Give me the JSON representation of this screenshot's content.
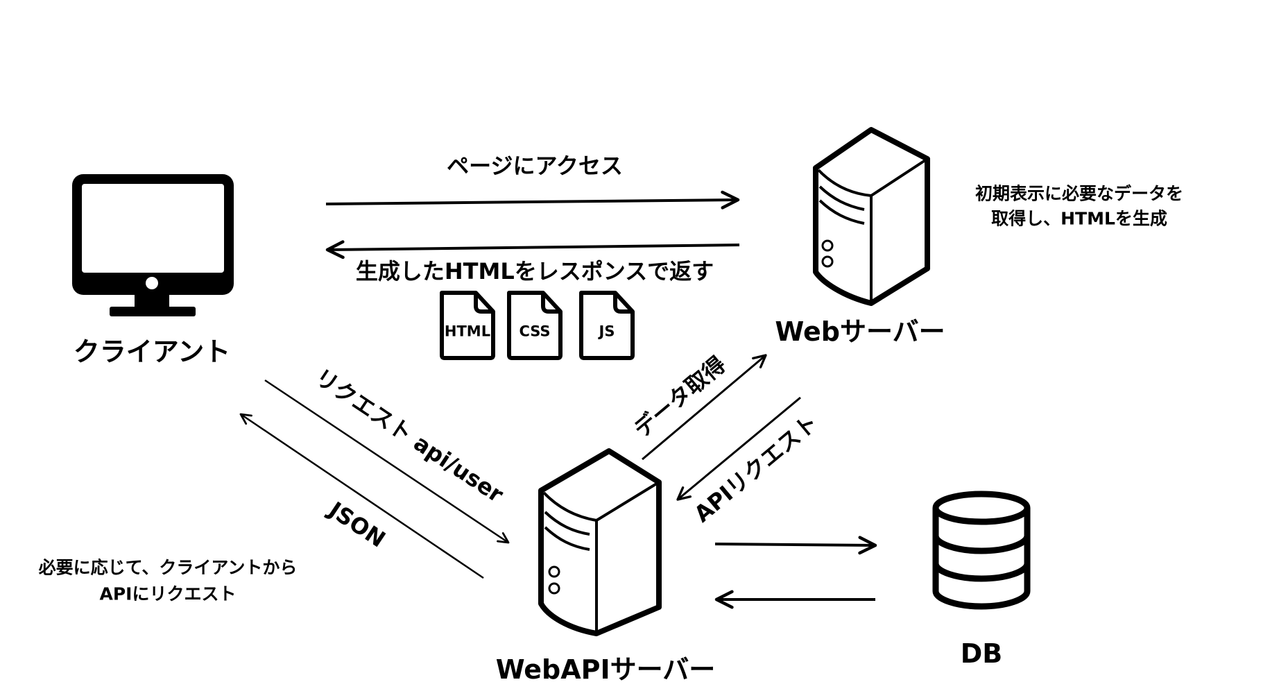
{
  "nodes": {
    "client": {
      "label": "クライアント",
      "icon": "monitor-icon"
    },
    "web_server": {
      "label": "Webサーバー",
      "icon": "server-icon"
    },
    "webapi_server": {
      "label": "WebAPIサーバー",
      "icon": "server-icon"
    },
    "db": {
      "label": "DB",
      "icon": "database-icon"
    }
  },
  "files": [
    {
      "label": "HTML",
      "icon": "file-icon"
    },
    {
      "label": "CSS",
      "icon": "file-icon"
    },
    {
      "label": "JS",
      "icon": "file-icon"
    }
  ],
  "edges": {
    "access_page": "ページにアクセス",
    "return_html": "生成したHTMLをレスポンスで返す",
    "request_api_user": "リクエスト api/user",
    "json_response": "JSON",
    "data_fetch": "データ取得",
    "api_request": "APIリクエスト"
  },
  "notes": {
    "web_server_note": [
      "初期表示に必要なデータを",
      "取得し、HTMLを生成"
    ],
    "client_note": [
      "必要に応じて、クライアントから",
      "APIにリクエスト"
    ]
  },
  "colors": {
    "stroke": "#000000",
    "background": "#ffffff"
  }
}
